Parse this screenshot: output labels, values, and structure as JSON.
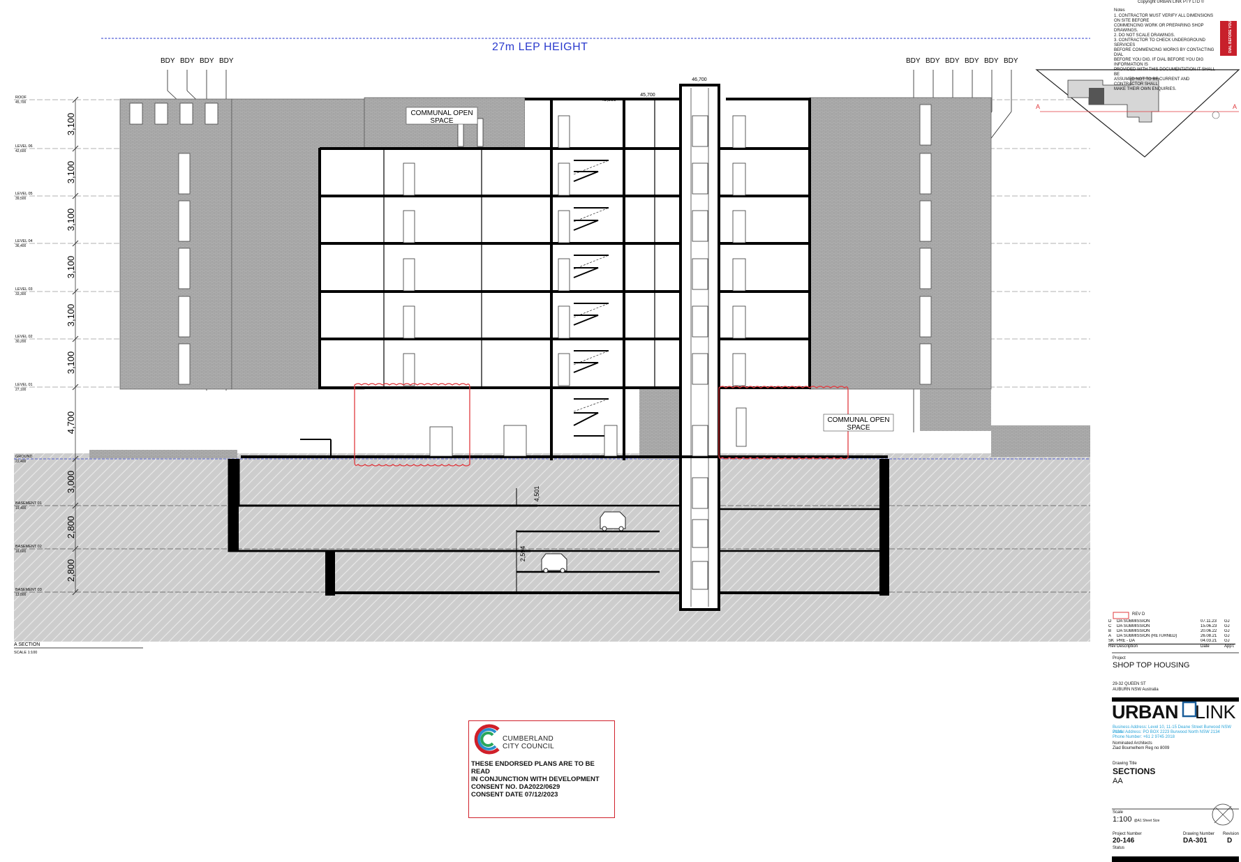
{
  "drawing": {
    "lep_height": "27m LEP HEIGHT",
    "bdy_label": "BDY",
    "communal_space_line1": "COMMUNAL OPEN",
    "communal_space_line2": "SPACE",
    "section_title": "A SECTION",
    "section_scale": "SCALE 1:100",
    "section_marker": "A",
    "rl_top": "46,700",
    "rl_mid": "45,700",
    "rl_left": "45,800",
    "stair_dim_1": "4,501",
    "stair_dim_2": "2,594",
    "levels": [
      {
        "name": "ROOF",
        "rl": "45,700"
      },
      {
        "name": "LEVEL 06",
        "rl": "42,600"
      },
      {
        "name": "LEVEL 05",
        "rl": "39,500"
      },
      {
        "name": "LEVEL 04",
        "rl": "36,400"
      },
      {
        "name": "LEVEL 03",
        "rl": "33,300"
      },
      {
        "name": "LEVEL 02",
        "rl": "30,200"
      },
      {
        "name": "LEVEL 01",
        "rl": "27,100"
      },
      {
        "name": "GROUND",
        "rl": "22,400"
      },
      {
        "name": "BASEMENT 01",
        "rl": "19,400"
      },
      {
        "name": "BASEMENT 02",
        "rl": "16,600"
      },
      {
        "name": "BASEMENT 03",
        "rl": "13,800"
      }
    ],
    "dims": [
      "3,100",
      "3,100",
      "3,100",
      "3,100",
      "3,100",
      "3,100",
      "4,700",
      "3,000",
      "2,800",
      "2,800"
    ]
  },
  "titleblock": {
    "copyright": "Copyright URBAN LINK PTY LTD ©",
    "notes_title": "Notes",
    "notes": [
      "1. CONTRACTOR MUST VERIFY ALL DIMENSIONS ON SITE BEFORE",
      "COMMENCING WORK OR PREPARING SHOP DRAWINGS.",
      "2. DO NOT SCALE DRAWINGS.",
      "3. CONTRACTOR TO CHECK UNDERGROUND SERVICES",
      "BEFORE COMMENCING WORKS BY CONTACTING DIAL",
      "BEFORE YOU DIG. IF DIAL BEFORE YOU DIG INFORMATION IS",
      "PROVIDED WITH THIS DOCUMENTATION IT SHALL BE",
      "ASSUMED NOT TO BE CURRENT AND CONTRACTOR SHALL",
      "MAKE THEIR OWN ENQUIRIES."
    ],
    "dial_logo": "DIAL BEFORE YOU DIG",
    "rev_cloud_label": "REV D",
    "revisions": [
      {
        "code": "D",
        "desc": "DA SUBMISSION",
        "date": "07.11.23",
        "app": "GJ"
      },
      {
        "code": "C",
        "desc": "DA SUBMISSION",
        "date": "15.06.23",
        "app": "GJ"
      },
      {
        "code": "B",
        "desc": "DA SUBMISSION",
        "date": "20.06.22",
        "app": "GJ"
      },
      {
        "code": "A",
        "desc": "DA SUBMISSION (RETURNED)",
        "date": "26.08.21",
        "app": "GJ"
      },
      {
        "code": "SK",
        "desc": "PRE - DA",
        "date": "04.03.21",
        "app": "GJ"
      }
    ],
    "rev_headers": {
      "rev": "Rev",
      "desc": "Description",
      "date": "Date",
      "app": "App'd"
    },
    "project_label": "Project",
    "project": "SHOP TOP HOUSING",
    "address1": "29-32 QUEEN ST",
    "address2": "AUBURN NSW   Australia",
    "logo_left": "URBAN",
    "logo_right": "LINK",
    "contact1": "Business Address: Level 10, 11-15 Deane Street Burwood NSW 2134",
    "contact2": "Postal Address: PO BOX 2223 Burwood North NSW 2134",
    "contact3": "Phone Number: +61 2 9745 2018",
    "nominated_label": "Nominated Architects",
    "nominated": "Ziad Boumelhem Reg no 8009",
    "drawing_title_label": "Drawing Title",
    "drawing_title": "SECTIONS",
    "drawing_subtitle": "AA",
    "scale_label": "Scale",
    "scale": "1:100",
    "sheet_size": "@A1 Sheet Size",
    "project_number_label": "Project Number",
    "project_number": "20-146",
    "drawing_number_label": "Drawing Number",
    "drawing_number": "DA-301",
    "revision_label": "Revision",
    "revision": "D",
    "status_label": "Status"
  },
  "stamp": {
    "council_line1": "CUMBERLAND",
    "council_line2": "CITY COUNCIL",
    "message_line1": "THESE ENDORSED PLANS ARE TO BE READ",
    "message_line2": "IN CONJUNCTION WITH DEVELOPMENT",
    "message_line3": "CONSENT NO. DA2022/0629",
    "consent_date": "CONSENT DATE 07/12/2023"
  },
  "colors": {
    "lep_line": "#2a3acd",
    "red_cloud": "#e0393e",
    "brick": "#a8a8a8",
    "ground": "#c8c8c8",
    "cyan_text": "#2aa4d9"
  }
}
